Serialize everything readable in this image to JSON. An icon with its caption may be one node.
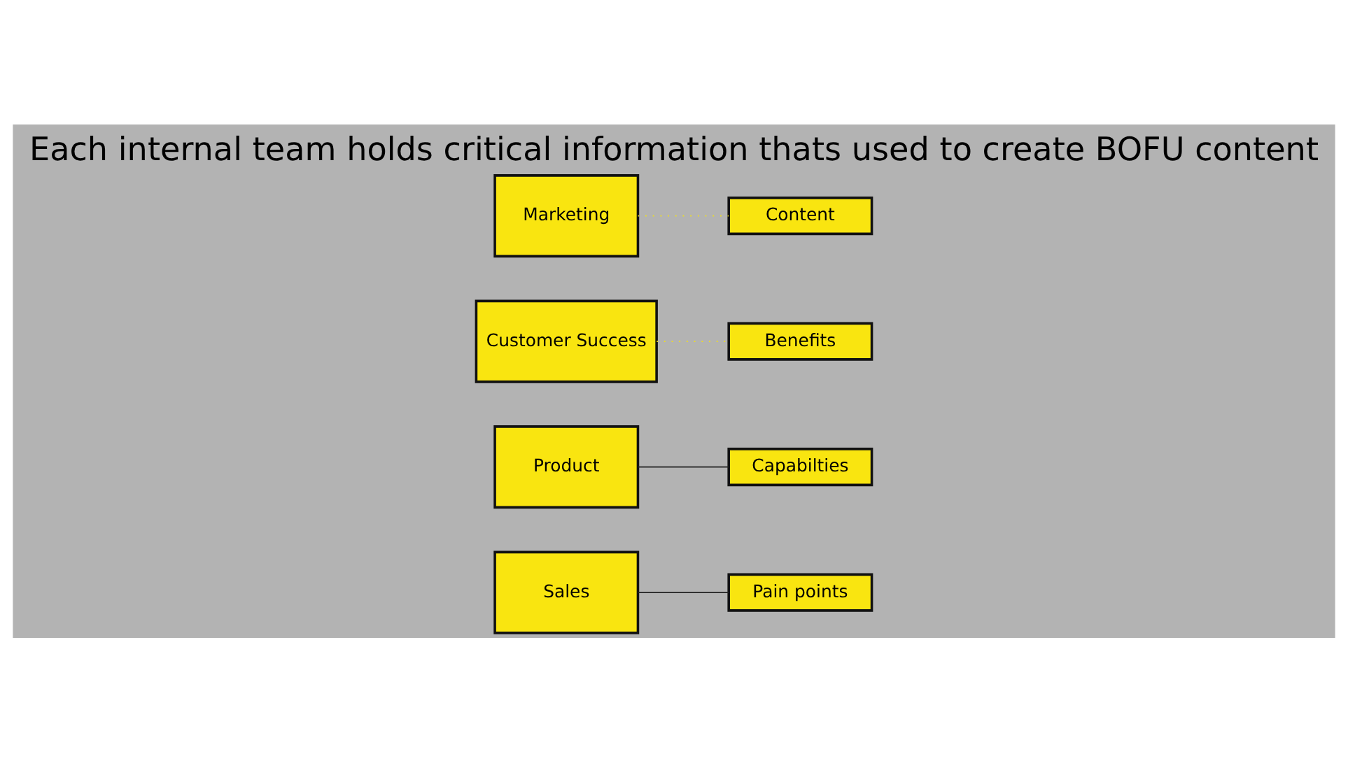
{
  "diagram": {
    "title": "Each internal team holds critical information thats used to create BOFU content",
    "nodes": [
      {
        "text": [
          "Sales"
        ]
      },
      {
        "text": [
          "Pain points"
        ]
      },
      {
        "text": [
          "Product"
        ]
      },
      {
        "text": [
          "Capabilties"
        ]
      },
      {
        "text": [
          "Customer Success"
        ]
      },
      {
        "text": [
          "Benefits"
        ]
      },
      {
        "text": [
          "Marketing"
        ]
      },
      {
        "text": [
          "Content"
        ]
      }
    ],
    "edges": [
      {
        "from": 0,
        "to": 1,
        "arrow": "none"
      },
      {
        "from": 2,
        "to": 3,
        "arrow": "none"
      },
      {
        "from": 4,
        "to": 5,
        "arrow": "none",
        "style": "dashed",
        "color": "#f2e01c"
      },
      {
        "from": 6,
        "to": 7,
        "arrow": "none",
        "style": "dashed",
        "color": "#f2e01c"
      }
    ]
  }
}
